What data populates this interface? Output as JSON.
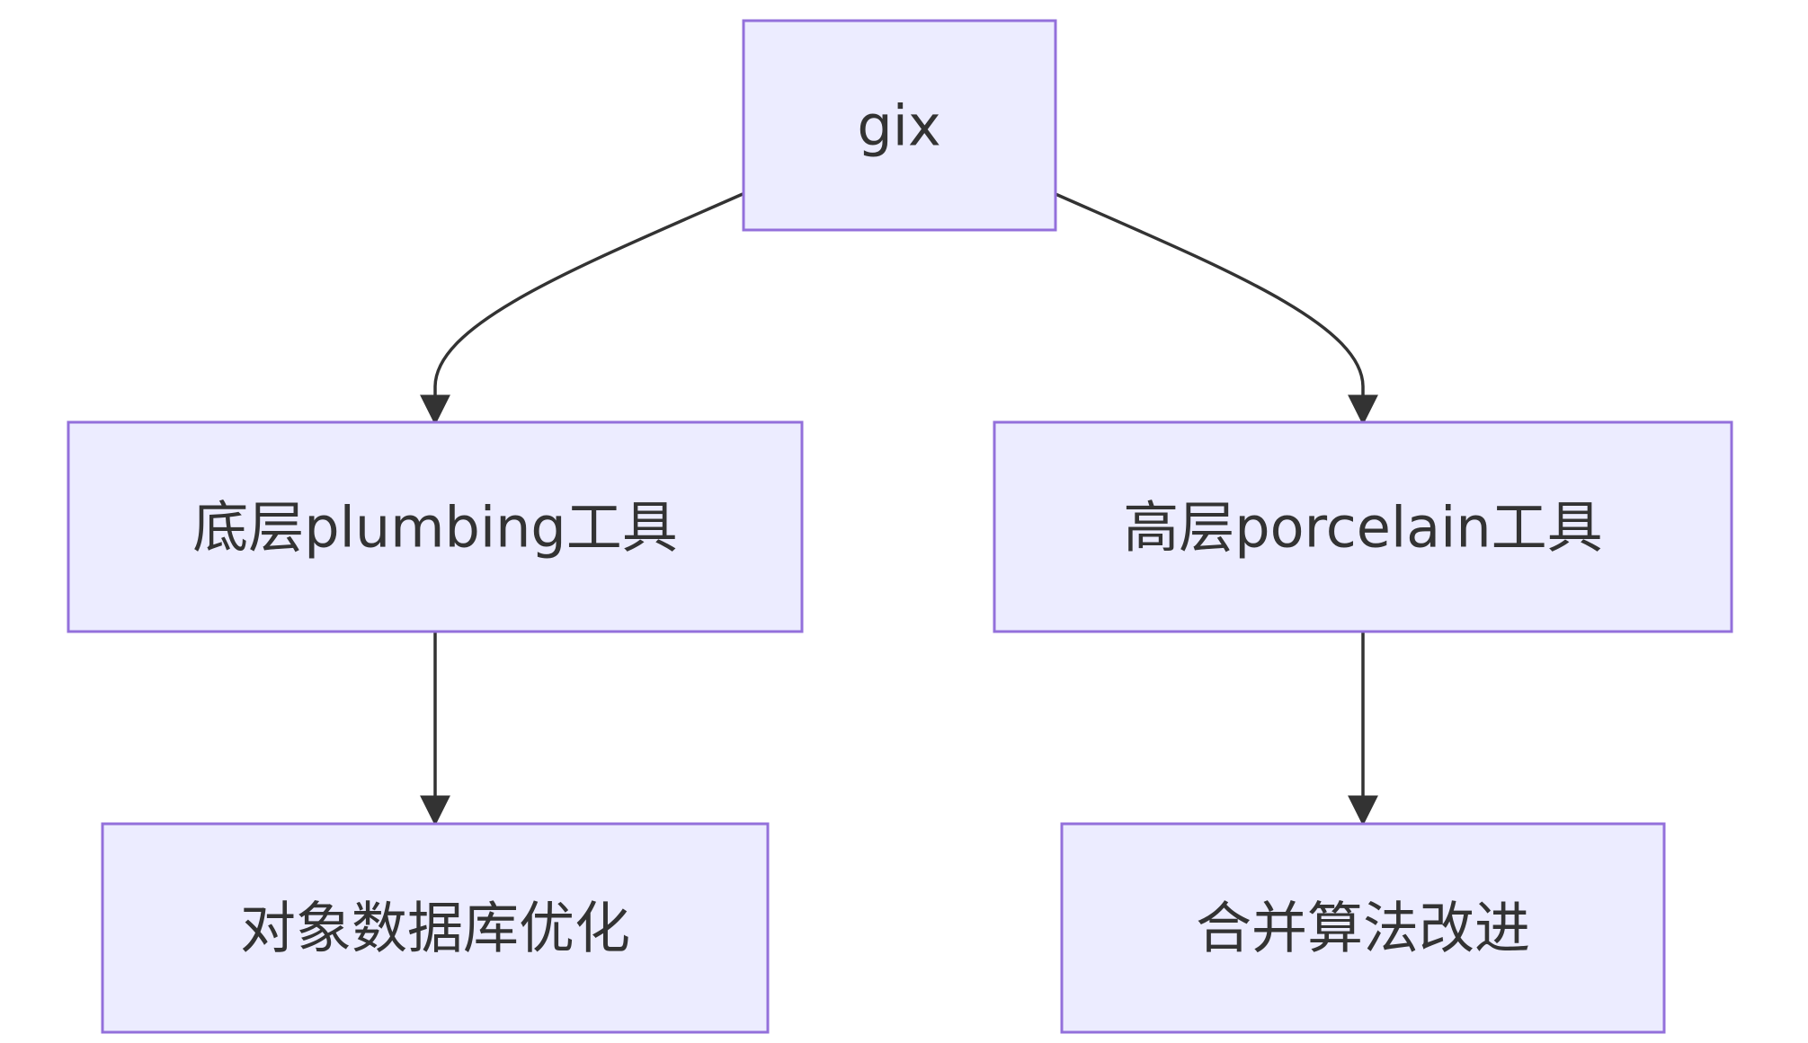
{
  "diagram": {
    "colors": {
      "node_fill": "#ECECFF",
      "node_stroke": "#9370DB",
      "text": "#333333",
      "edge": "#333333"
    },
    "nodes": [
      {
        "id": "gix",
        "label": "gix"
      },
      {
        "id": "plumbing",
        "label": "底层plumbing工具"
      },
      {
        "id": "porcelain",
        "label": "高层porcelain工具"
      },
      {
        "id": "odb",
        "label": "对象数据库优化"
      },
      {
        "id": "merge",
        "label": "合并算法改进"
      }
    ],
    "edges": [
      {
        "from": "gix",
        "to": "plumbing"
      },
      {
        "from": "gix",
        "to": "porcelain"
      },
      {
        "from": "plumbing",
        "to": "odb"
      },
      {
        "from": "porcelain",
        "to": "merge"
      }
    ]
  }
}
